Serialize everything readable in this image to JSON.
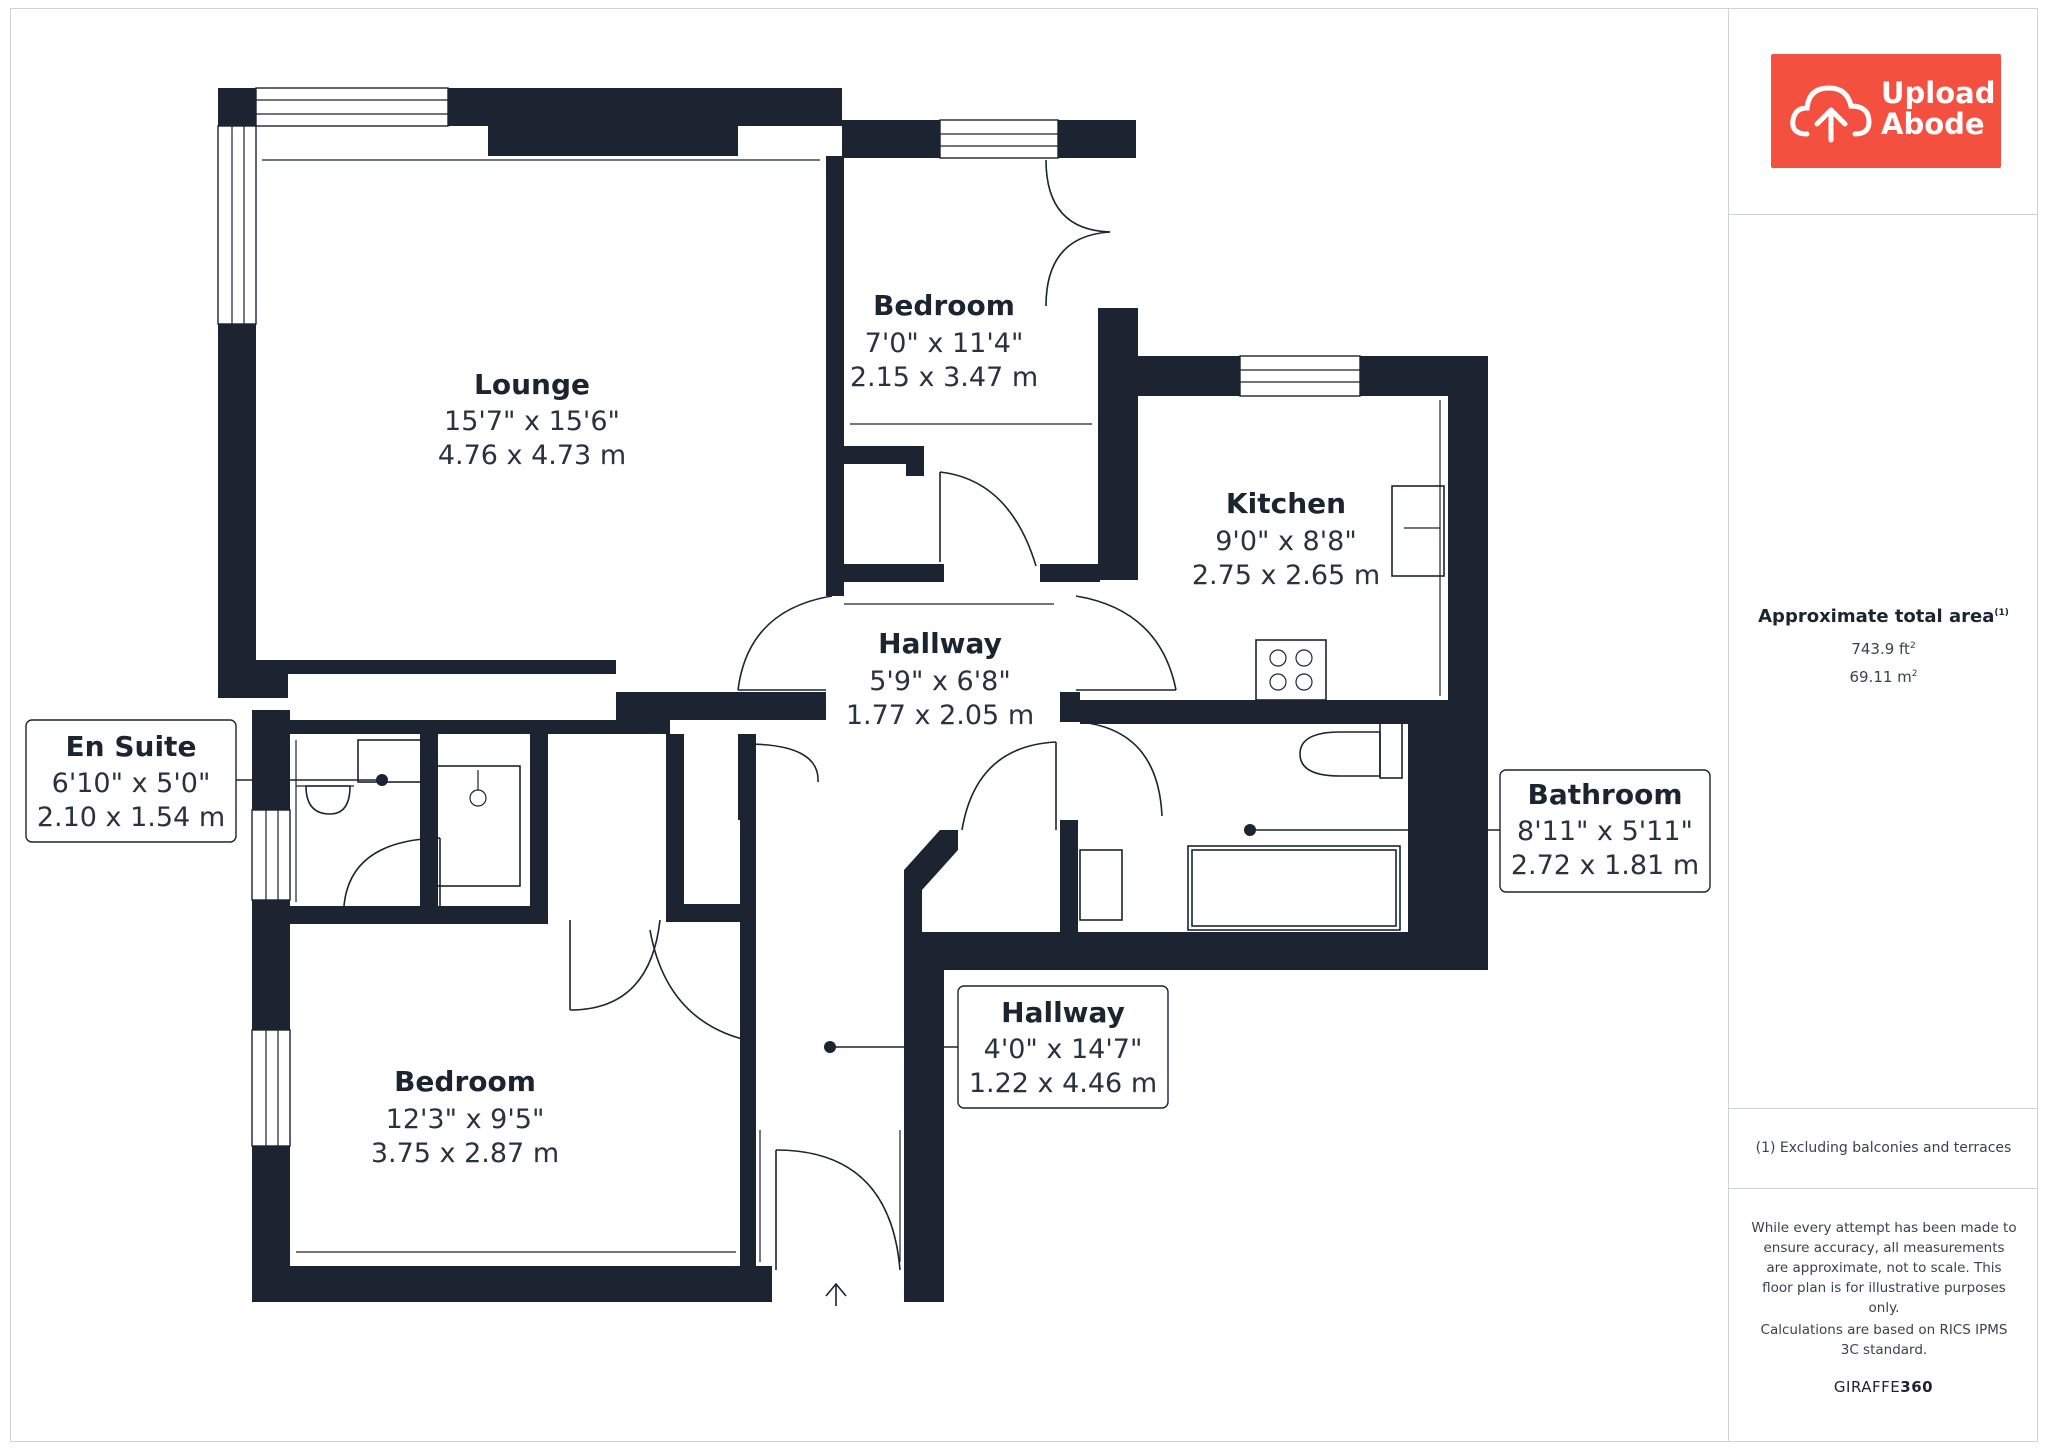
{
  "rooms": [
    {
      "name": "Lounge",
      "imperial": "15'7\" x 15'6\"",
      "metric": "4.76 x 4.73 m"
    },
    {
      "name": "Bedroom",
      "imperial": "7'0\" x 11'4\"",
      "metric": "2.15 x 3.47 m"
    },
    {
      "name": "Kitchen",
      "imperial": "9'0\" x 8'8\"",
      "metric": "2.75 x 2.65 m"
    },
    {
      "name": "Hallway",
      "imperial": "5'9\" x 6'8\"",
      "metric": "1.77 x 2.05 m"
    },
    {
      "name": "En Suite",
      "imperial": "6'10\" x 5'0\"",
      "metric": "2.10 x 1.54 m"
    },
    {
      "name": "Bathroom",
      "imperial": "8'11\" x 5'11\"",
      "metric": "2.72 x 1.81 m"
    },
    {
      "name": "Hallway",
      "imperial": "4'0\" x 14'7\"",
      "metric": "1.22 x 4.46 m"
    },
    {
      "name": "Bedroom",
      "imperial": "12'3\" x 9'5\"",
      "metric": "3.75 x 2.87 m"
    }
  ],
  "sidebar": {
    "logo_line1": "Upload",
    "logo_line2": "Abode",
    "area_title": "Approximate total area",
    "area_title_sup": "(1)",
    "area_ft": "743.9 ft",
    "area_m": "69.11 m",
    "area_unit_sup": "2",
    "footnote": "(1) Excluding balconies and terraces",
    "disclaimer": "While every attempt has been made to ensure accuracy, all measurements are approximate, not to scale. This floor plan is for illustrative purposes only.",
    "calculations": "Calculations are based on RICS IPMS 3C standard.",
    "brand_a": "GIRAFFE",
    "brand_b": "360"
  },
  "colors": {
    "wall": "#1c2331",
    "logo_bg": "#f4503f",
    "border": "#cfd3d8"
  }
}
